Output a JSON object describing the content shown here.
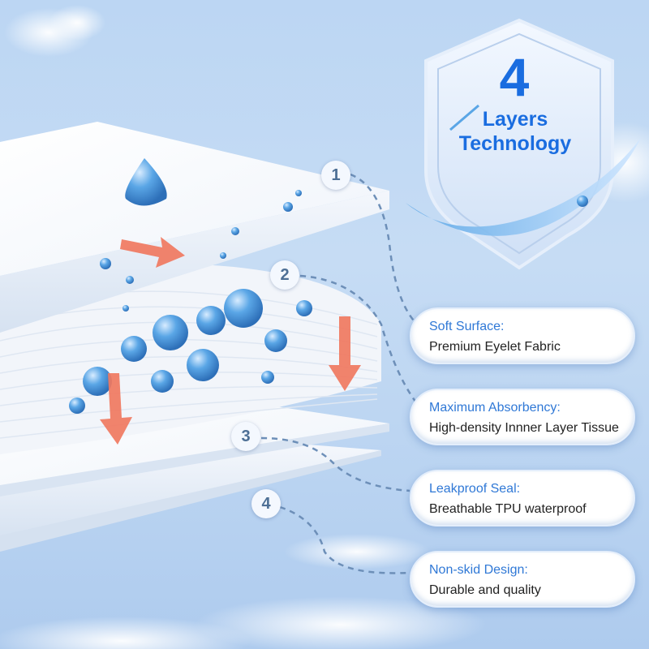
{
  "badge": {
    "number": "4",
    "line1": "Layers",
    "line2": "Technology"
  },
  "layers": [
    "1",
    "2",
    "3",
    "4"
  ],
  "features": [
    {
      "title": "Soft Surface:",
      "desc": "Premium Eyelet Fabric"
    },
    {
      "title": "Maximum Absorbency:",
      "desc": "High-density Innner Layer Tissue"
    },
    {
      "title": "Leakproof Seal:",
      "desc": "Breathable TPU waterproof"
    },
    {
      "title": "Non-skid Design:",
      "desc": "Durable and quality"
    }
  ],
  "colors": {
    "accent": "#2f78d6",
    "water": "#4a98de",
    "arrow": "#f07860",
    "background": "#c2d9f3"
  }
}
